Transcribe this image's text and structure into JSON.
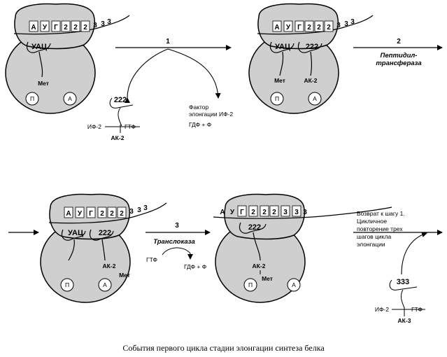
{
  "caption": "События первого цикла стадии элонгации синтеза белка",
  "steps": {
    "s1": "1",
    "s2": "2",
    "s3": "3"
  },
  "enzymes": {
    "peptidyl_line1": "Пептидил-",
    "peptidyl_line2": "трансфераза",
    "translocase": "Транслоказа"
  },
  "panel1": {
    "codons": [
      "А",
      "У",
      "Г",
      "2",
      "2",
      "2",
      "3",
      "3",
      "3"
    ],
    "anticodon_met": "УАЦ",
    "met": "Мет",
    "site_p": "П",
    "site_a": "А",
    "incoming_anticodon": "222",
    "if_gtp_left": "ИФ-2",
    "if_gtp_right": "ГТФ",
    "incoming_aa": "АК-2"
  },
  "step1_products": {
    "line1": "Фактор",
    "line2": "элонгации ИФ-2",
    "line3": "ГДФ + Ф"
  },
  "panel2": {
    "codons": [
      "А",
      "У",
      "Г",
      "2",
      "2",
      "2",
      "3",
      "3",
      "3"
    ],
    "anticodon_met": "УАЦ",
    "anticodon_2": "222",
    "met": "Мет",
    "ak2": "АК-2",
    "site_p": "П",
    "site_a": "А"
  },
  "panel3": {
    "codons": [
      "А",
      "У",
      "Г",
      "2",
      "2",
      "2",
      "3",
      "3",
      "3"
    ],
    "anticodon_met": "УАЦ",
    "anticodon_2": "222",
    "ak2": "АК-2",
    "met": "Мет",
    "site_p": "П",
    "site_a": "А"
  },
  "step3": {
    "gtp": "ГТФ",
    "gdp": "ГДФ + Ф"
  },
  "panel4": {
    "codons": [
      "А",
      "У",
      "Г",
      "2",
      "2",
      "2",
      "3",
      "3",
      "3"
    ],
    "anticodon_2": "222",
    "ak2": "АК-2",
    "met": "Мет",
    "site_p": "П",
    "site_a": "А"
  },
  "return_note": {
    "line1": "Возврат к шагу 1.",
    "line2": "Цикличное",
    "line3": "повторение трех",
    "line4": "шагов цикла",
    "line5": "элонгации"
  },
  "incoming3": {
    "anticodon": "333",
    "if_left": "ИФ-2",
    "if_right": "ГТФ",
    "aa": "АК-3"
  }
}
